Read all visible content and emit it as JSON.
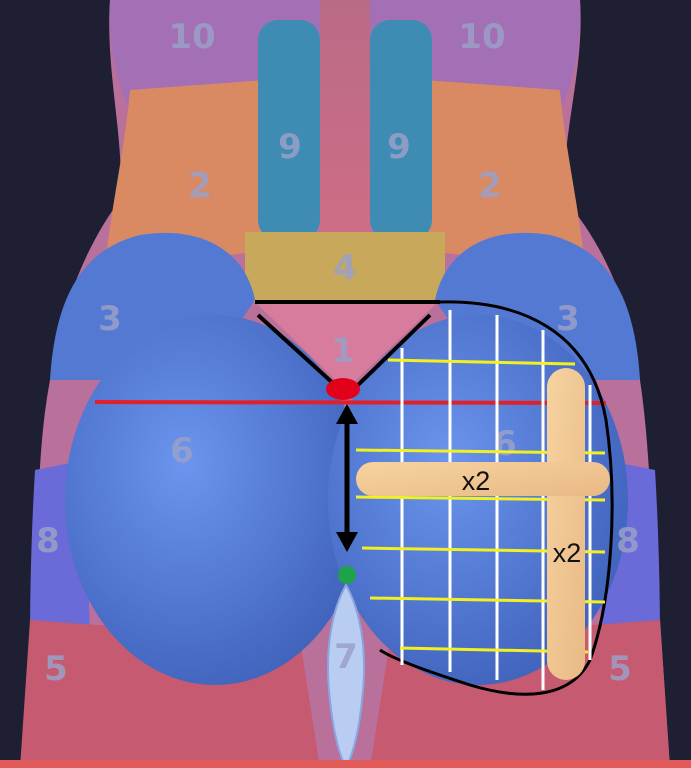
{
  "zones": {
    "z10_left": "10",
    "z10_right": "10",
    "z9_left": "9",
    "z9_right": "9",
    "z2_left": "2",
    "z2_right": "2",
    "z4": "4",
    "z3_left": "3",
    "z3_right": "3",
    "z1": "1",
    "z6_left": "6",
    "z6_right": "6",
    "z8_left": "8",
    "z8_right": "8",
    "z7": "7",
    "z5_left": "5",
    "z5_right": "5"
  },
  "tapes": {
    "horizontal_label": "x2",
    "vertical_label": "x2"
  },
  "colors": {
    "background": "#1e1f33",
    "zone_pink": "#b9709b",
    "zone_orange": "#d98a63",
    "zone_blue": "#4f79d8",
    "zone_teal": "#3e8cb4",
    "zone_gold": "#c8a85a",
    "zone_red": "#c65a70",
    "tape": "#f2c78e",
    "grid_yellow": "#f2f020",
    "grid_white": "#ffffff",
    "red_line": "#e0202a",
    "red_marker": "#e3001b",
    "green_marker": "#1fa34a",
    "outline": "#000000",
    "frame": "#e05a5a"
  }
}
